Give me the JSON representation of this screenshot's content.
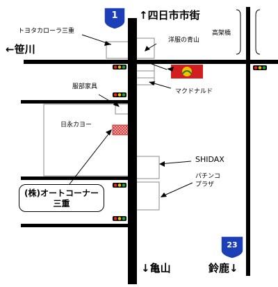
{
  "highways": {
    "north_number": "1",
    "south_number": "23",
    "shield_color": "#1c3fb8"
  },
  "directions": {
    "north": "↑四日市市街",
    "west": "←笹川",
    "south_left": "↓亀山",
    "south_right": "鈴鹿↓"
  },
  "landmarks": {
    "toyota": "トヨタカローラ三重",
    "clothing": "洋服の青山",
    "elevated": "高架橋",
    "mcdonalds": "マクドナルド",
    "furniture": "服部家具",
    "nichiei": "日永カヨー",
    "shidax": "SHIDAX",
    "pachinko_line1": "パチンコ",
    "pachinko_line2": "プラザ"
  },
  "destination": {
    "line1": "(株)オートコーナー",
    "line2": "三重"
  },
  "colors": {
    "road": "#000000",
    "signal_red": "#e8231f",
    "signal_yellow": "#f2c100",
    "signal_green": "#1ea33a",
    "destination_fill": "#e87878",
    "brand_red": "#d21e1e",
    "brand_green": "#1a7a2a"
  }
}
